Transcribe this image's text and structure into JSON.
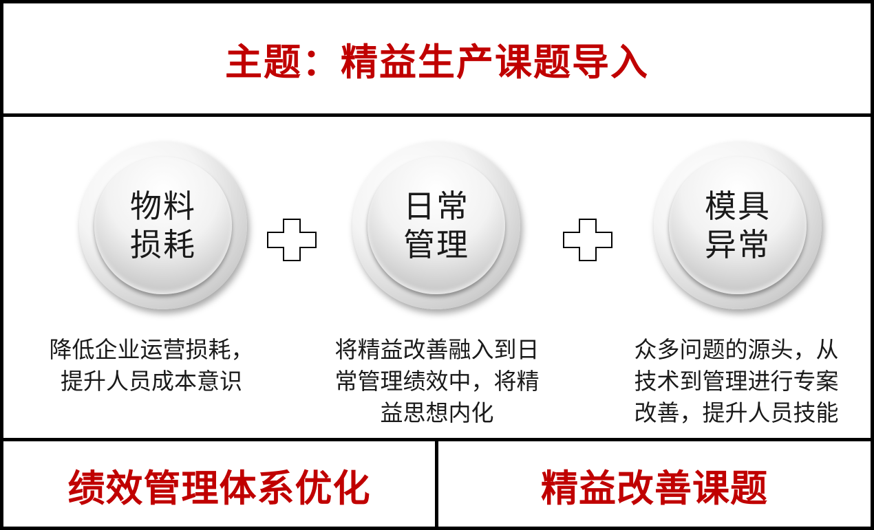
{
  "title": "主题：精益生产课题导入",
  "items": [
    {
      "circle_lines": [
        "物料",
        "损耗"
      ],
      "desc_lines": [
        "降低企业运营损耗，",
        "提升人员成本意识"
      ]
    },
    {
      "circle_lines": [
        "日常",
        "管理"
      ],
      "desc_lines": [
        "将精益改善融入到日",
        "常管理绩效中，将精",
        "益思想内化"
      ]
    },
    {
      "circle_lines": [
        "模具",
        "异常"
      ],
      "desc_lines": [
        "众多问题的源头，从",
        "技术到管理进行专案",
        "改善，提升人员技能"
      ]
    }
  ],
  "bottom": {
    "left": "绩效管理体系优化",
    "right": "精益改善课题"
  },
  "colors": {
    "accent": "#c00000",
    "border": "#000000",
    "text": "#1a1a1a"
  }
}
